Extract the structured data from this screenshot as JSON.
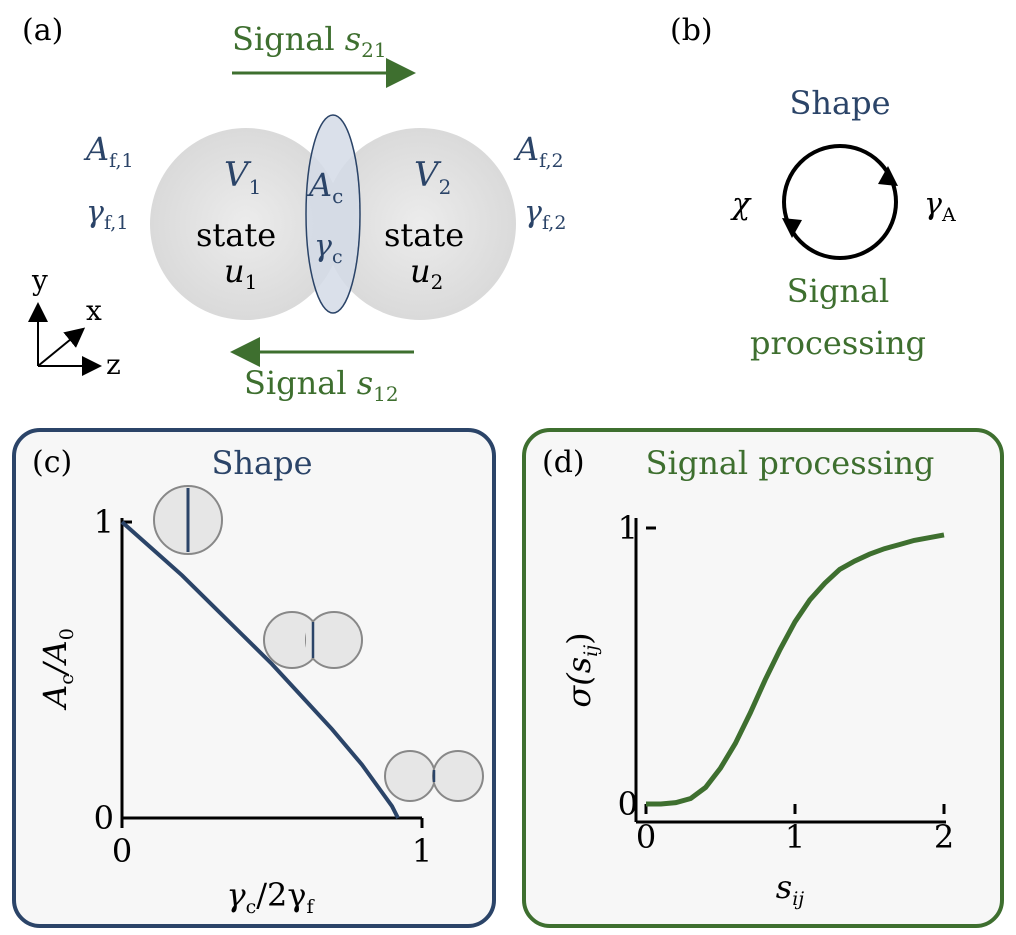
{
  "panel_a": {
    "label": "(a)",
    "signal_top": {
      "text": "Signal",
      "sym": "s",
      "sub": "21"
    },
    "signal_bottom": {
      "text": "Signal",
      "sym": "s",
      "sub": "12"
    },
    "cell1": {
      "volume": "V",
      "volume_sub": "1",
      "state": "state",
      "u": "u",
      "u_sub": "1"
    },
    "cell2": {
      "volume": "V",
      "volume_sub": "2",
      "state": "state",
      "u": "u",
      "u_sub": "2"
    },
    "contact": {
      "area": "A",
      "area_sub": "c",
      "tension": "γ",
      "tension_sub": "c"
    },
    "free_left": {
      "area": "A",
      "area_sub": "f,1",
      "tension": "γ",
      "tension_sub": "f,1"
    },
    "free_right": {
      "area": "A",
      "area_sub": "f,2",
      "tension": "γ",
      "tension_sub": "f,2"
    },
    "axes": {
      "y": "y",
      "x": "x",
      "z": "z"
    }
  },
  "panel_b": {
    "label": "(b)",
    "top": "Shape",
    "bottom_line1": "Signal",
    "bottom_line2": "processing",
    "left": "χ",
    "right": "γ",
    "right_sub": "A"
  },
  "colors": {
    "navy": "#2b4468",
    "green": "#3e6f2f",
    "cell_fill": "#e2e2e2",
    "panel_bg": "#f7f7f7"
  },
  "chart_data": [
    {
      "type": "line",
      "panel_label": "(c)",
      "title": "Shape",
      "xlabel_sym": "γ",
      "xlabel_sub": "c",
      "xlabel_rest": "/2γ",
      "xlabel_rest_sub": "f",
      "ylabel_sym": "A",
      "ylabel_sub": "c",
      "ylabel_rest": "/A",
      "ylabel_rest_sub": "0",
      "xlim": [
        0,
        1
      ],
      "ylim": [
        0,
        1
      ],
      "xticks": [
        "0",
        "1"
      ],
      "yticks": [
        "0",
        "1"
      ],
      "series": [
        {
          "x": [
            0,
            0.1,
            0.2,
            0.3,
            0.4,
            0.5,
            0.6,
            0.7,
            0.8,
            0.9,
            0.92
          ],
          "y": [
            1.0,
            0.91,
            0.82,
            0.72,
            0.62,
            0.52,
            0.41,
            0.3,
            0.18,
            0.04,
            0.0
          ]
        }
      ]
    },
    {
      "type": "line",
      "panel_label": "(d)",
      "title": "Signal processing",
      "xlabel_sym": "s",
      "xlabel_sub": "ij",
      "ylabel": "σ(s",
      "ylabel_sub": "ij",
      "ylabel_close": ")",
      "xlim": [
        0,
        2
      ],
      "ylim": [
        0,
        1
      ],
      "xticks": [
        "0",
        "1",
        "2"
      ],
      "yticks": [
        "0",
        "1"
      ],
      "series": [
        {
          "x": [
            0,
            0.1,
            0.2,
            0.3,
            0.4,
            0.5,
            0.6,
            0.7,
            0.8,
            0.9,
            1.0,
            1.1,
            1.2,
            1.3,
            1.4,
            1.5,
            1.6,
            1.7,
            1.8,
            1.9,
            2.0
          ],
          "y": [
            0.0,
            0.0,
            0.005,
            0.02,
            0.06,
            0.13,
            0.22,
            0.33,
            0.45,
            0.56,
            0.66,
            0.74,
            0.8,
            0.85,
            0.88,
            0.905,
            0.925,
            0.94,
            0.955,
            0.965,
            0.975
          ]
        }
      ]
    }
  ]
}
